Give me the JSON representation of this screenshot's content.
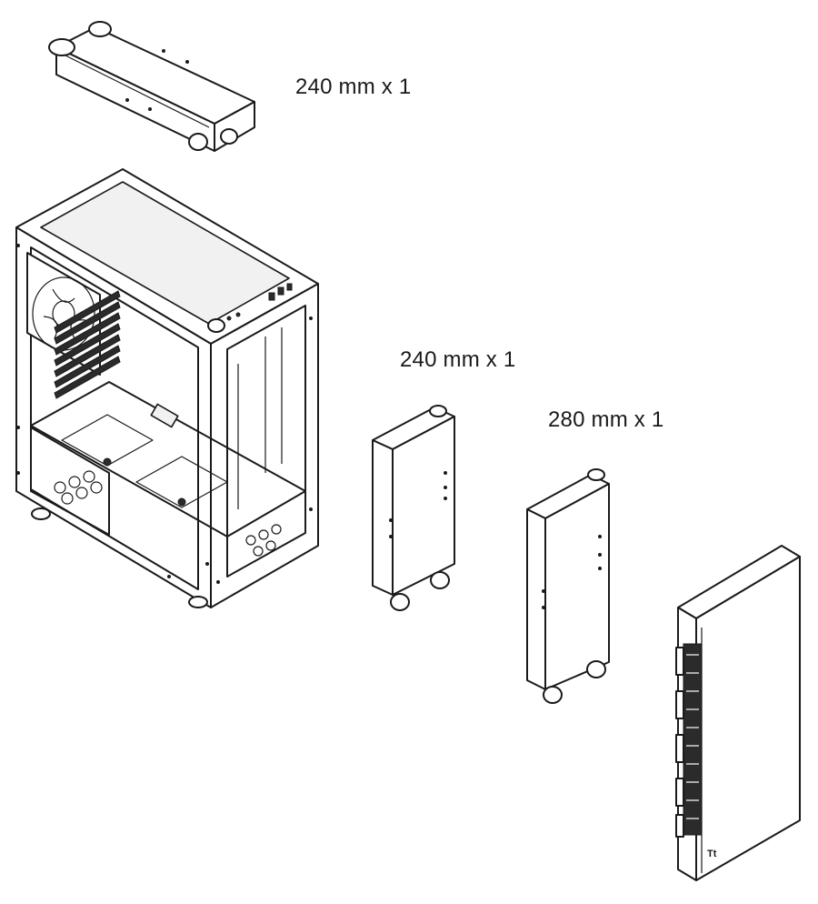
{
  "labels": {
    "top_radiator": "240 mm x 1",
    "front_radiator": "240 mm x 1",
    "front_radiator_large": "280 mm x 1"
  },
  "logo": {
    "text": "Tt"
  },
  "colors": {
    "line": "#1a1a1a",
    "background": "#ffffff",
    "fill_light": "#f1f1f1"
  }
}
